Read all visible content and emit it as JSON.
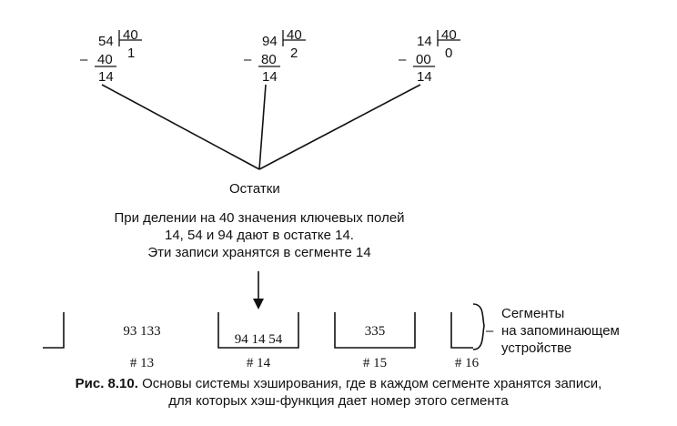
{
  "divisions": [
    {
      "dividend": "54",
      "divisor": "40",
      "quotient": "1",
      "subtrahend": "40",
      "remainder": "14"
    },
    {
      "dividend": "94",
      "divisor": "40",
      "quotient": "2",
      "subtrahend": "80",
      "remainder": "14"
    },
    {
      "dividend": "14",
      "divisor": "40",
      "quotient": "0",
      "subtrahend": "00",
      "remainder": "14"
    }
  ],
  "minus_sign": "–",
  "remainders_label": "Остатки",
  "note_lines": [
    "При делении на 40 значения ключевых полей",
    "14, 54 и 94 дают в остатке 14.",
    "Эти записи хранятся в сегменте 14"
  ],
  "segments": [
    {
      "contents": "93 133",
      "number": "# 13"
    },
    {
      "contents": "94 14 54",
      "number": "# 14"
    },
    {
      "contents": "335",
      "number": "# 15"
    },
    {
      "contents": "",
      "number": "# 16"
    }
  ],
  "legend_lines": [
    "Сегменты",
    "на запоминающем",
    "устройстве"
  ],
  "legend_dash": "–",
  "caption": {
    "lead": "Рис. 8.10.",
    "line1": "Основы системы хэширования, где в каждом сегменте хранятся записи,",
    "line2": "для которых хэш-функция дает номер этого сегмента"
  }
}
